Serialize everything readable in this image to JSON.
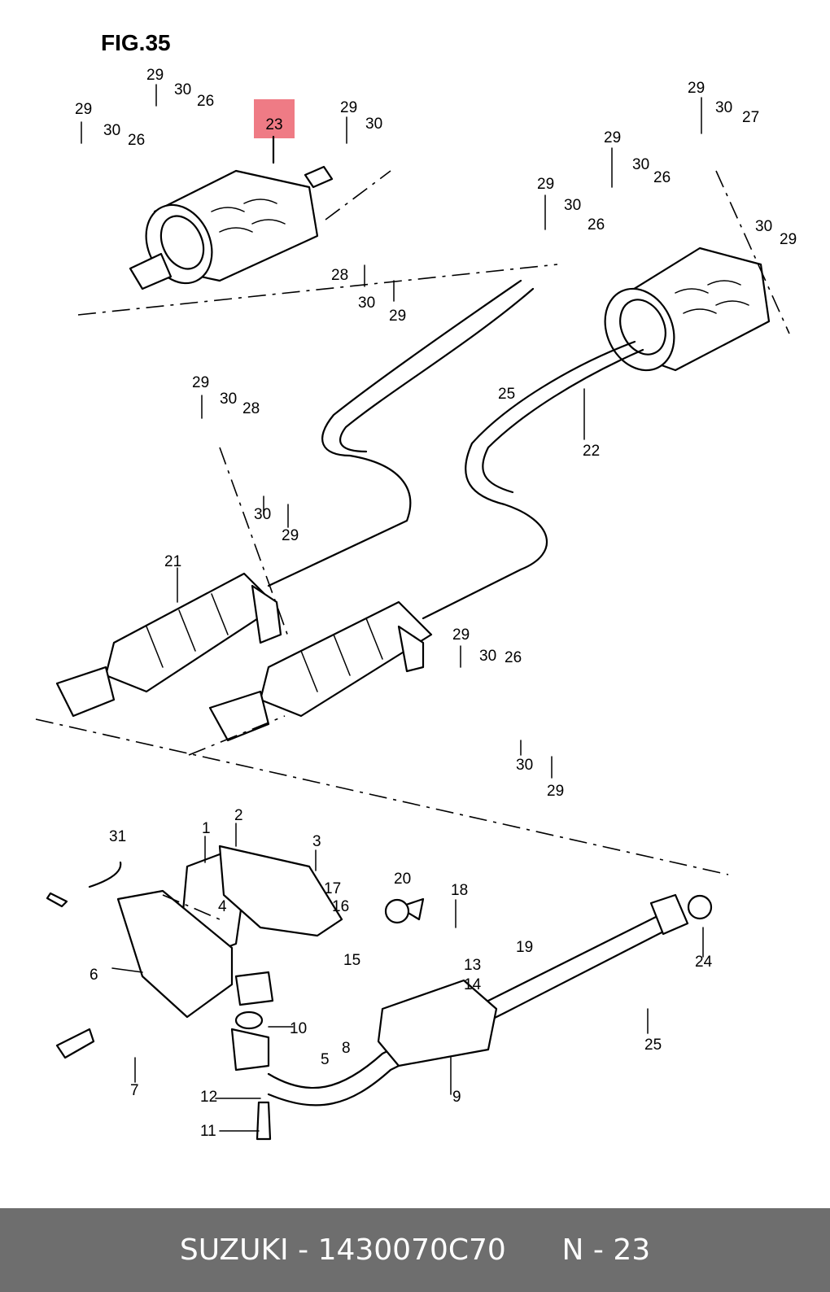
{
  "figure": {
    "title": "FIG.35"
  },
  "highlight": {
    "part_number": "23"
  },
  "callouts": [
    "29",
    "30",
    "26",
    "29",
    "30",
    "26",
    "29",
    "30",
    "28",
    "30",
    "29",
    "29",
    "30",
    "27",
    "30",
    "29",
    "29",
    "30",
    "26",
    "29",
    "30",
    "26",
    "25",
    "22",
    "29",
    "30",
    "28",
    "30",
    "29",
    "21",
    "29",
    "30",
    "26",
    "30",
    "29",
    "31",
    "1",
    "2",
    "3",
    "17",
    "16",
    "4",
    "20",
    "18",
    "6",
    "15",
    "13",
    "14",
    "19",
    "10",
    "5",
    "8",
    "24",
    "25",
    "7",
    "12",
    "9",
    "11"
  ],
  "footer": {
    "brand": "SUZUKI",
    "part_code": "1430070C70",
    "ref": "N - 23",
    "separator": " - "
  }
}
